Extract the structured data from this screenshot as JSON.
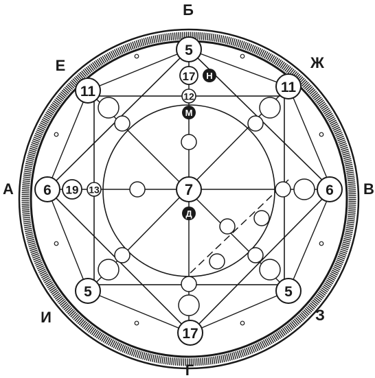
{
  "labels": {
    "top": "Б",
    "top_left": "Е",
    "top_right": "Ж",
    "left": "А",
    "right": "В",
    "bottom_left": "И",
    "bottom_right": "З",
    "bottom": "Г"
  },
  "numbers": {
    "top": "5",
    "top_inner": "17",
    "top_inner2": "12",
    "upper_left": "11",
    "upper_right": "11",
    "left": "6",
    "left_inner": "19",
    "left_inner2": "13",
    "center": "7",
    "right": "6",
    "lower_left": "5",
    "lower_right": "5",
    "bottom": "17"
  },
  "markers": {
    "n": "Н",
    "m": "М",
    "d": "Д"
  },
  "colors": {
    "ink": "#1a1a1a",
    "background": "#ffffff"
  }
}
